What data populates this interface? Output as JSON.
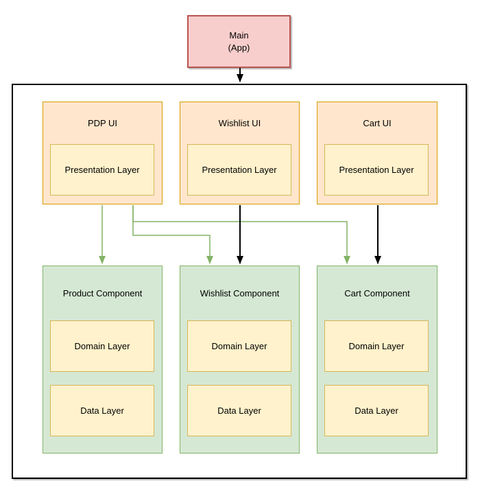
{
  "nodes": {
    "main": {
      "label": "Main\n(App)"
    },
    "ui": [
      {
        "title": "PDP UI",
        "layer": "Presentation Layer"
      },
      {
        "title": "Wishlist UI",
        "layer": "Presentation Layer"
      },
      {
        "title": "Cart UI",
        "layer": "Presentation Layer"
      }
    ],
    "components": [
      {
        "title": "Product Component",
        "layers": [
          "Domain Layer",
          "Data Layer"
        ]
      },
      {
        "title": "Wishlist Component",
        "layers": [
          "Domain Layer",
          "Data Layer"
        ]
      },
      {
        "title": "Cart Component",
        "layers": [
          "Domain Layer",
          "Data Layer"
        ]
      }
    ]
  },
  "edges": [
    {
      "from": "Main (App)",
      "to": "App container",
      "color": "#000000"
    },
    {
      "from": "PDP UI",
      "to": "Product Component",
      "color": "#82b366"
    },
    {
      "from": "PDP UI",
      "to": "Wishlist Component",
      "color": "#82b366"
    },
    {
      "from": "PDP UI",
      "to": "Cart Component",
      "color": "#82b366"
    },
    {
      "from": "Wishlist UI",
      "to": "Wishlist Component",
      "color": "#000000"
    },
    {
      "from": "Cart UI",
      "to": "Cart Component",
      "color": "#000000"
    }
  ],
  "colors": {
    "canvas-bg": "#ffffff",
    "container-stroke": "#000000",
    "main-fill": "#f8cecc",
    "main-stroke": "#b85450",
    "ui-fill": "#ffe6cc",
    "ui-stroke": "#d79b00",
    "layer-fill": "#fff2cc",
    "layer-stroke": "#d6b656",
    "component-fill": "#d5e8d4",
    "component-stroke": "#82b366",
    "edge-black": "#000000",
    "edge-green": "#82b366"
  }
}
